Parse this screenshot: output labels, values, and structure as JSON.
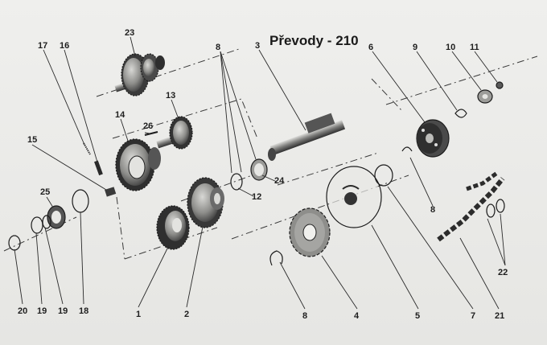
{
  "title": "Převody - 210",
  "part_numbers": [
    "1",
    "2",
    "3",
    "4",
    "5",
    "6",
    "7",
    "8",
    "8",
    "8",
    "9",
    "10",
    "11",
    "12",
    "13",
    "14",
    "15",
    "16",
    "17",
    "18",
    "19",
    "19",
    "20",
    "21",
    "22",
    "23",
    "24",
    "25",
    "26"
  ],
  "colors": {
    "paper": "#ececea",
    "ink": "#1c1c1c",
    "metal_dark": "#5a5a5a",
    "metal_light": "#b9b9b6"
  }
}
